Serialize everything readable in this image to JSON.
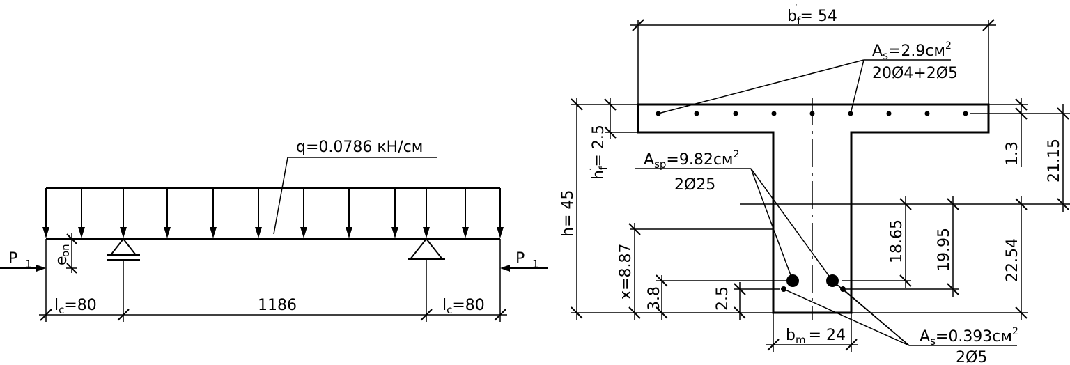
{
  "beam": {
    "load_label": "q=0.0786 кН/см",
    "force_left": "P",
    "force_left_sub": "1",
    "force_right": "P",
    "force_right_sub": "1",
    "eccentricity": "e",
    "eccentricity_sub": "on",
    "dim_left": {
      "main": "l",
      "sub": "c",
      "value": "=80"
    },
    "dim_mid": "1186",
    "dim_right": {
      "main": "l",
      "sub": "c",
      "value": "=80"
    }
  },
  "section": {
    "bf": {
      "main": "b",
      "sub": "f",
      "prime": "′",
      "value": "= 54"
    },
    "hf": {
      "main": "h",
      "sub": "f",
      "prime": "′",
      "value": "= 2.5"
    },
    "h": "h= 45",
    "x": "x=8.87",
    "d38": "3.8",
    "d25": "2.5",
    "bm": {
      "main": "b",
      "sub": "m",
      "value": "= 24"
    },
    "d13": "1.3",
    "d2115": "21.15",
    "d1865": "18.65",
    "d1995": "19.95",
    "d2254": "22.54",
    "As_top": {
      "main": "A",
      "sub": "s",
      "value": "=2.9см",
      "sup": "2",
      "bars": "20Ø4+2Ø5"
    },
    "Asp": {
      "main": "A",
      "sub": "sp",
      "value": "=9.82см",
      "sup": "2",
      "bars": "2Ø25"
    },
    "As_bot": {
      "main": "A",
      "sub": "s",
      "value": "=0.393см",
      "sup": "2",
      "bars": "2Ø5"
    }
  }
}
